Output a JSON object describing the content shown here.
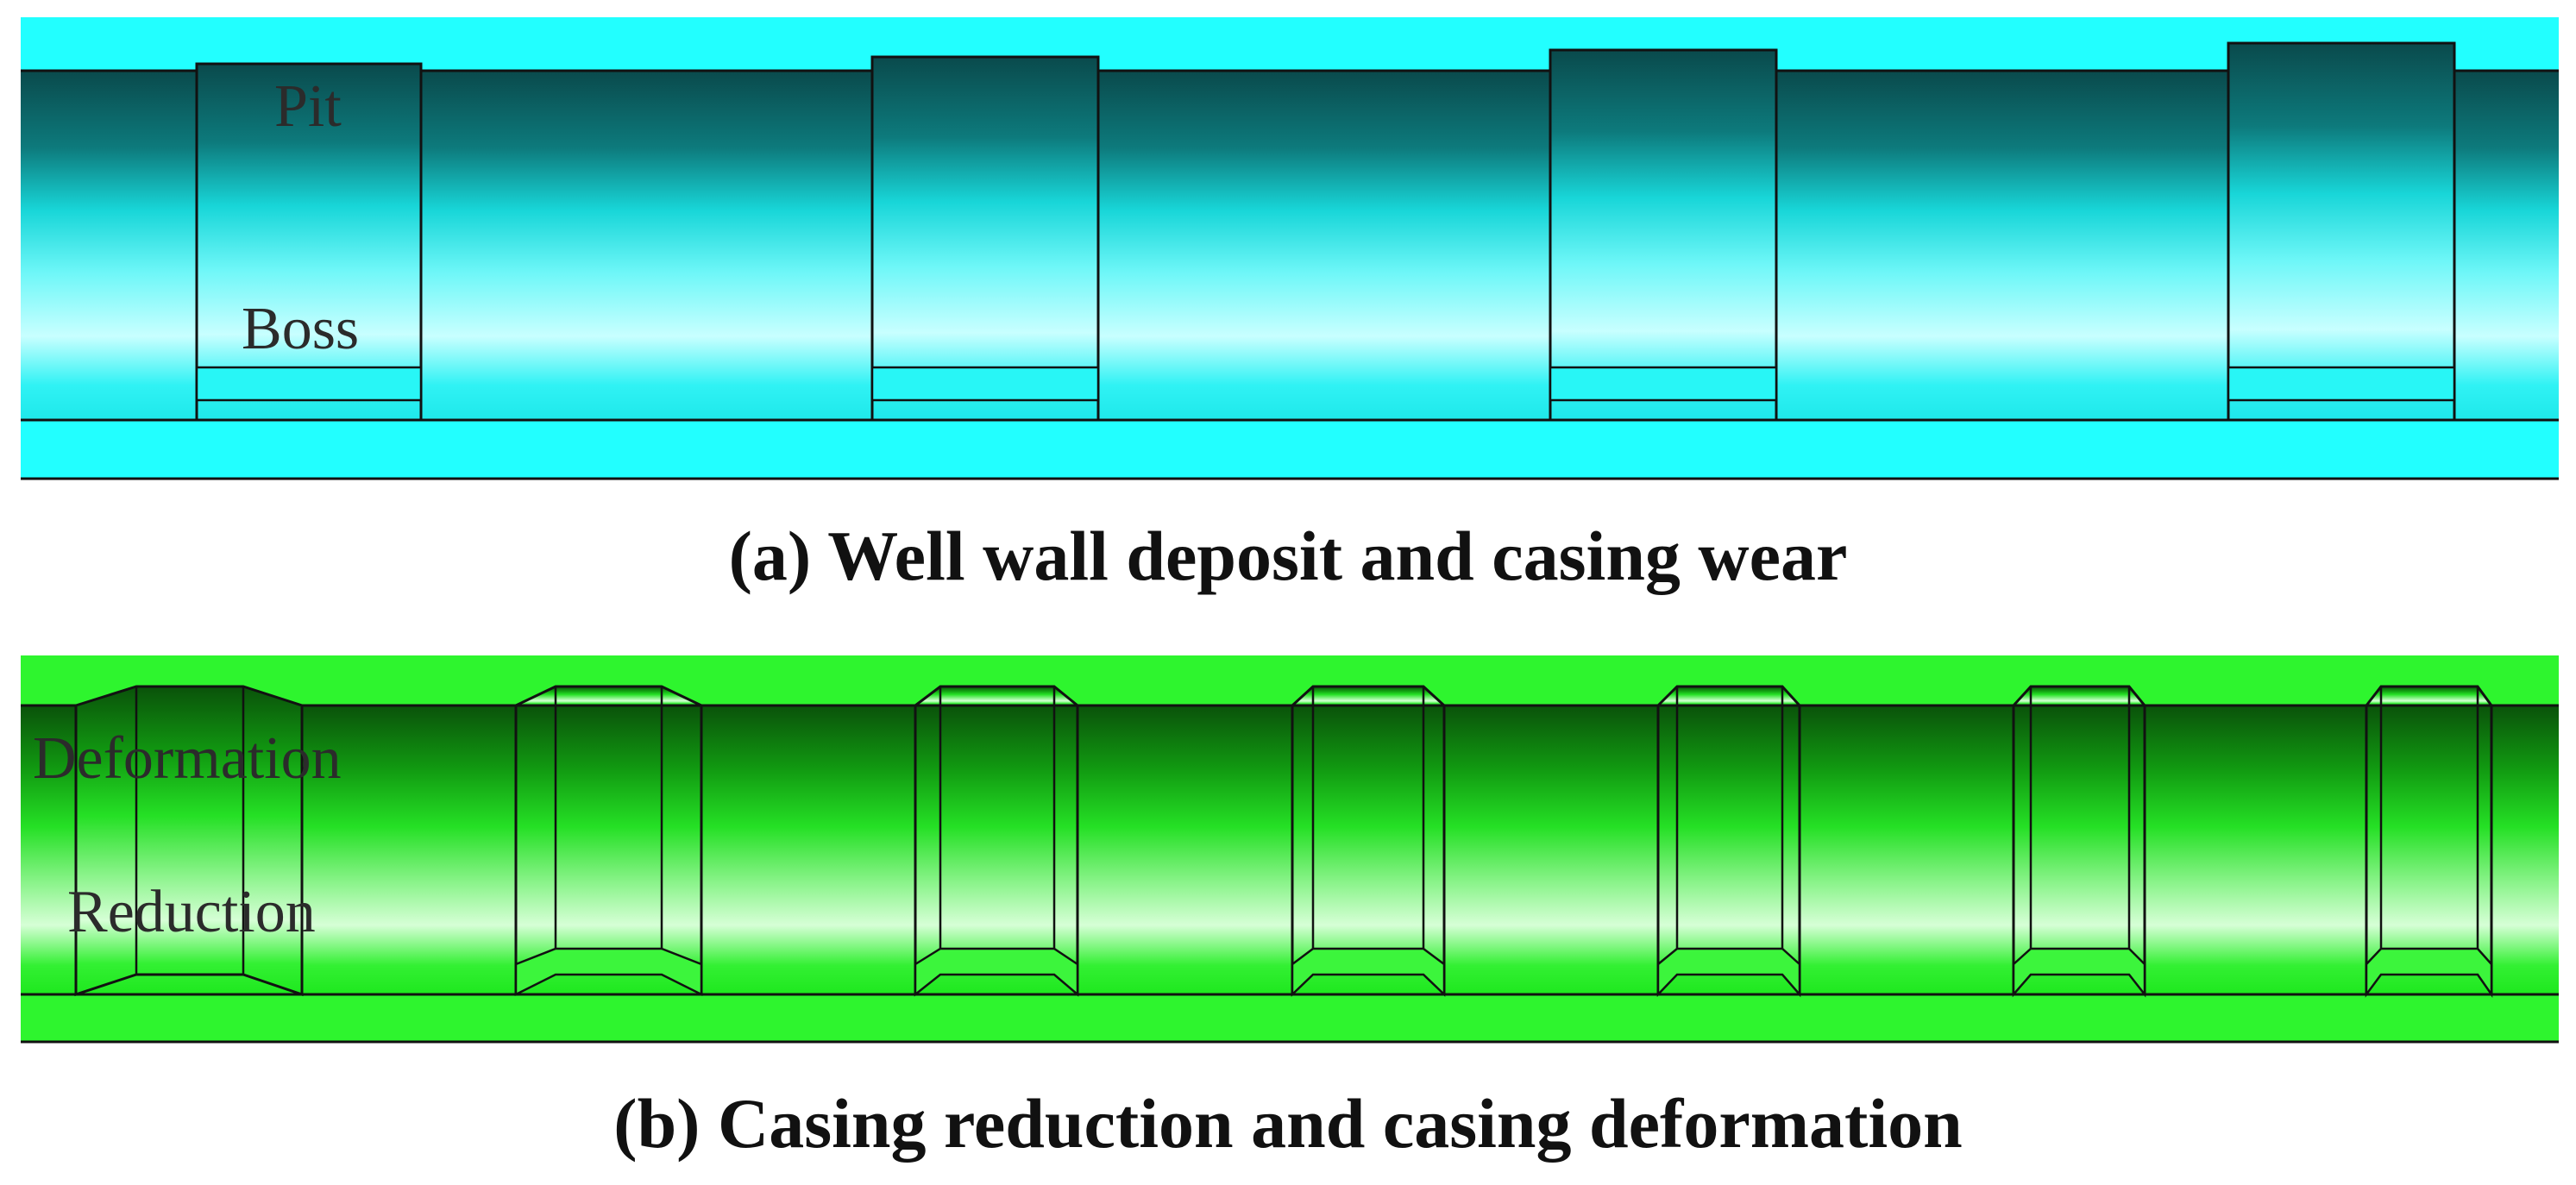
{
  "panel_a": {
    "caption": "(a) Well wall deposit and casing wear",
    "labels": {
      "pit": "Pit",
      "boss": "Boss"
    },
    "colors": {
      "background": "#22ffff",
      "pipe_dark": "#0b4d4f",
      "pipe_mid": "#1ad7d9",
      "pipe_light": "#c8ffff"
    }
  },
  "panel_b": {
    "caption": "(b) Casing reduction and casing deformation",
    "labels": {
      "deformation": "Deformation",
      "reduction": "Reduction"
    },
    "colors": {
      "background": "#2ef52e",
      "pipe_dark": "#0b5e0b",
      "pipe_mid": "#22e822",
      "pipe_light": "#d6ffd6"
    }
  }
}
